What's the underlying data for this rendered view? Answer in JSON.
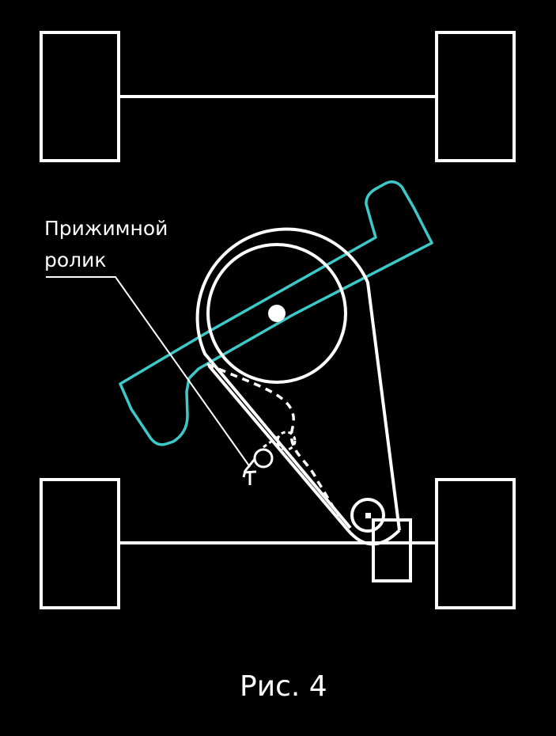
{
  "annotation": {
    "line1": "Прижимной",
    "line2": "ролик"
  },
  "caption": "Рис. 4",
  "colors": {
    "background": "#000000",
    "lines": "#ffffff",
    "bracket": "#3ec9c9"
  }
}
